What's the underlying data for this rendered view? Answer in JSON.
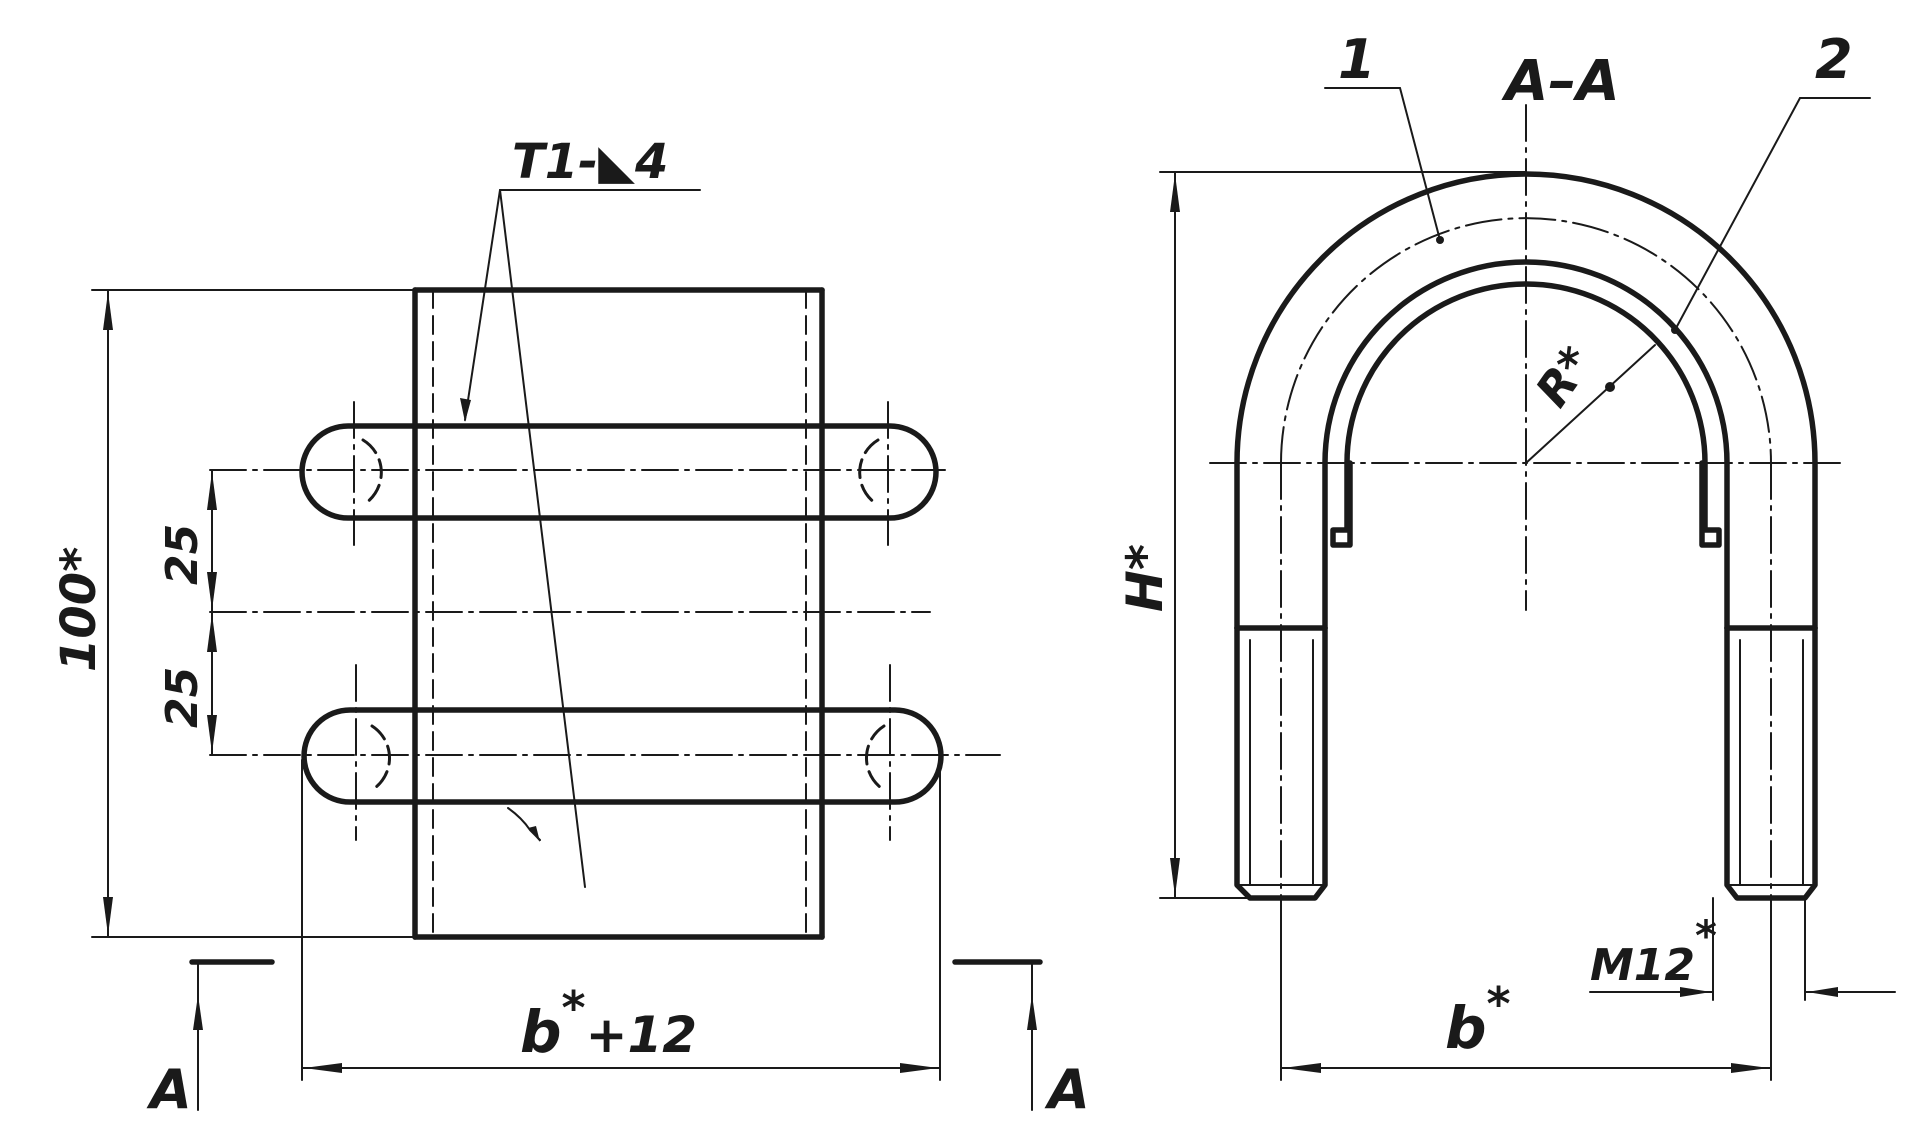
{
  "left_view": {
    "weld_symbol": "T1-◣4",
    "dim_height": "100*",
    "dim_pitch_top": "25",
    "dim_pitch_bottom": "25",
    "dim_width_b": "b",
    "dim_width_star": "*",
    "dim_width_rest": "+12",
    "section_mark_left": "A",
    "section_mark_right": "A"
  },
  "right_view": {
    "section_title": "A–A",
    "leader_1": "1",
    "leader_2": "2",
    "dim_radius": "R*",
    "dim_height": "H*",
    "dim_width_b": "b",
    "dim_width_star": "*",
    "thread_m": "M12",
    "thread_star": "*"
  }
}
